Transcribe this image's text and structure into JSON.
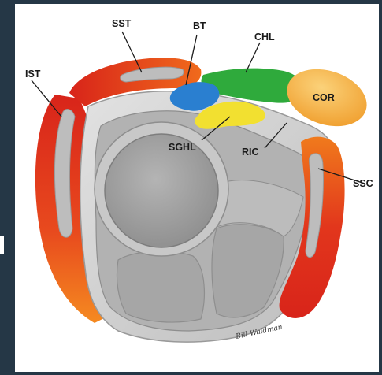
{
  "labels": {
    "sst": "SST",
    "bt": "BT",
    "chl": "CHL",
    "ist": "IST",
    "cor": "COR",
    "sghl": "SGHL",
    "ric": "RIC",
    "ssc": "SSC"
  },
  "signature": "Bill Waldman",
  "colors": {
    "background": "#253746",
    "panel": "#ffffff",
    "muscle_red": "#e0301e",
    "muscle_orange": "#f57a1c",
    "biceps_blue": "#2a7fd0",
    "chl_green": "#2faa3c",
    "coracoid_orange": "#f5b040",
    "sghl_yellow": "#f2e030",
    "bone_gray": "#a8a8a8",
    "capsule_gray": "#d3d3d3"
  }
}
